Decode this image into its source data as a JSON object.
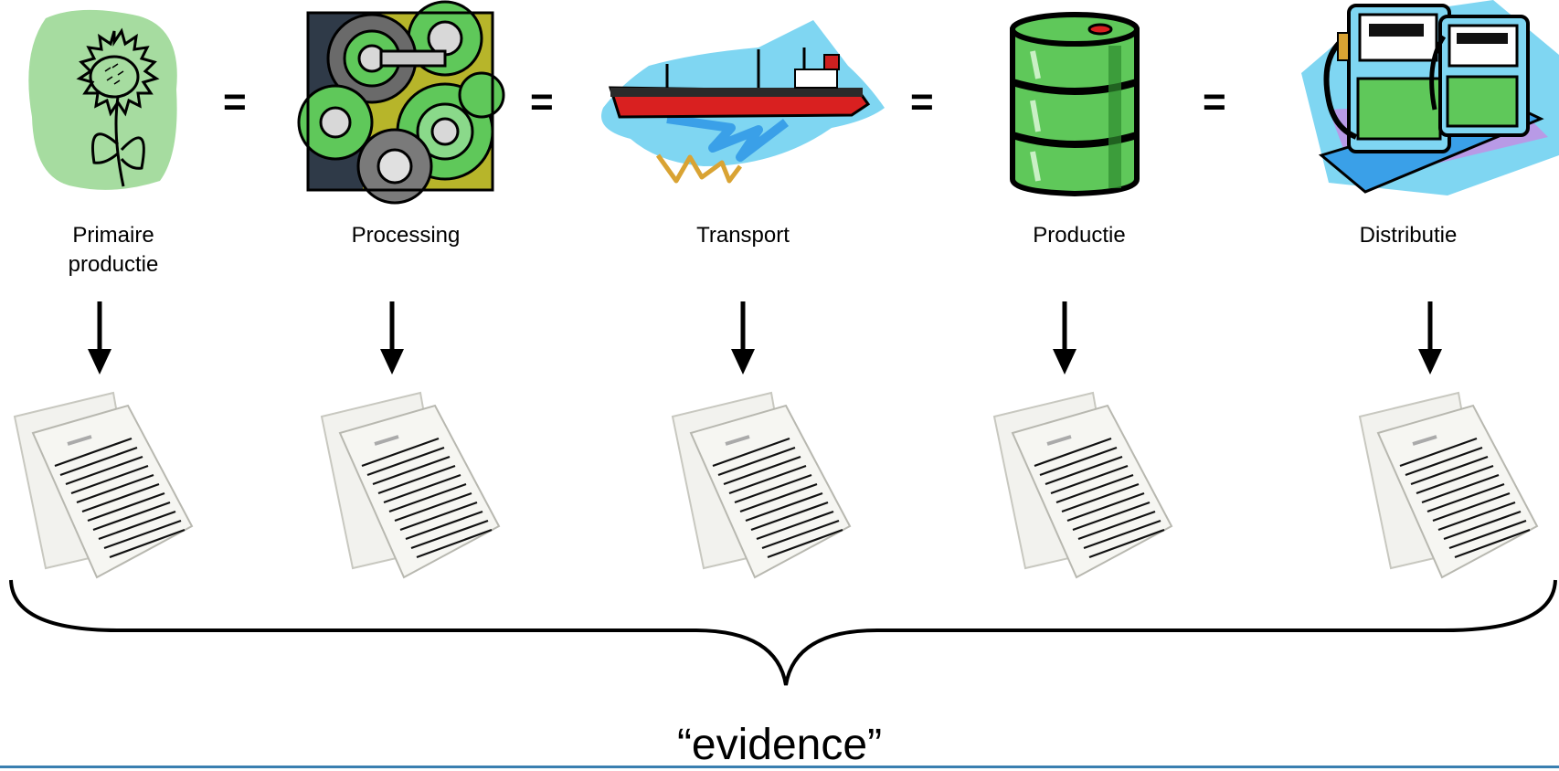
{
  "stages": [
    {
      "key": "primary",
      "label_line1": "Primaire",
      "label_line2": "productie",
      "icon": "sunflower-icon"
    },
    {
      "key": "processing",
      "label_line1": "Processing",
      "label_line2": "",
      "icon": "gears-icon"
    },
    {
      "key": "transport",
      "label_line1": "Transport",
      "label_line2": "",
      "icon": "tanker-ship-icon"
    },
    {
      "key": "production",
      "label_line1": "Productie",
      "label_line2": "",
      "icon": "oil-barrel-icon"
    },
    {
      "key": "distribution",
      "label_line1": "Distributie",
      "label_line2": "",
      "icon": "fuel-pump-icon"
    }
  ],
  "separator": "=",
  "evidence_label": "“evidence”",
  "colors": {
    "sunflower_bg": "#a6dca0",
    "green": "#5fc85a",
    "dark_green": "#2e8c2e",
    "ship_red": "#d92020",
    "sky_blue": "#7fd6f2",
    "water_blue": "#3aa0e8",
    "olive": "#b7b52a",
    "paper": "#f2f2ee",
    "bottom_rule": "#3a7fb0"
  }
}
